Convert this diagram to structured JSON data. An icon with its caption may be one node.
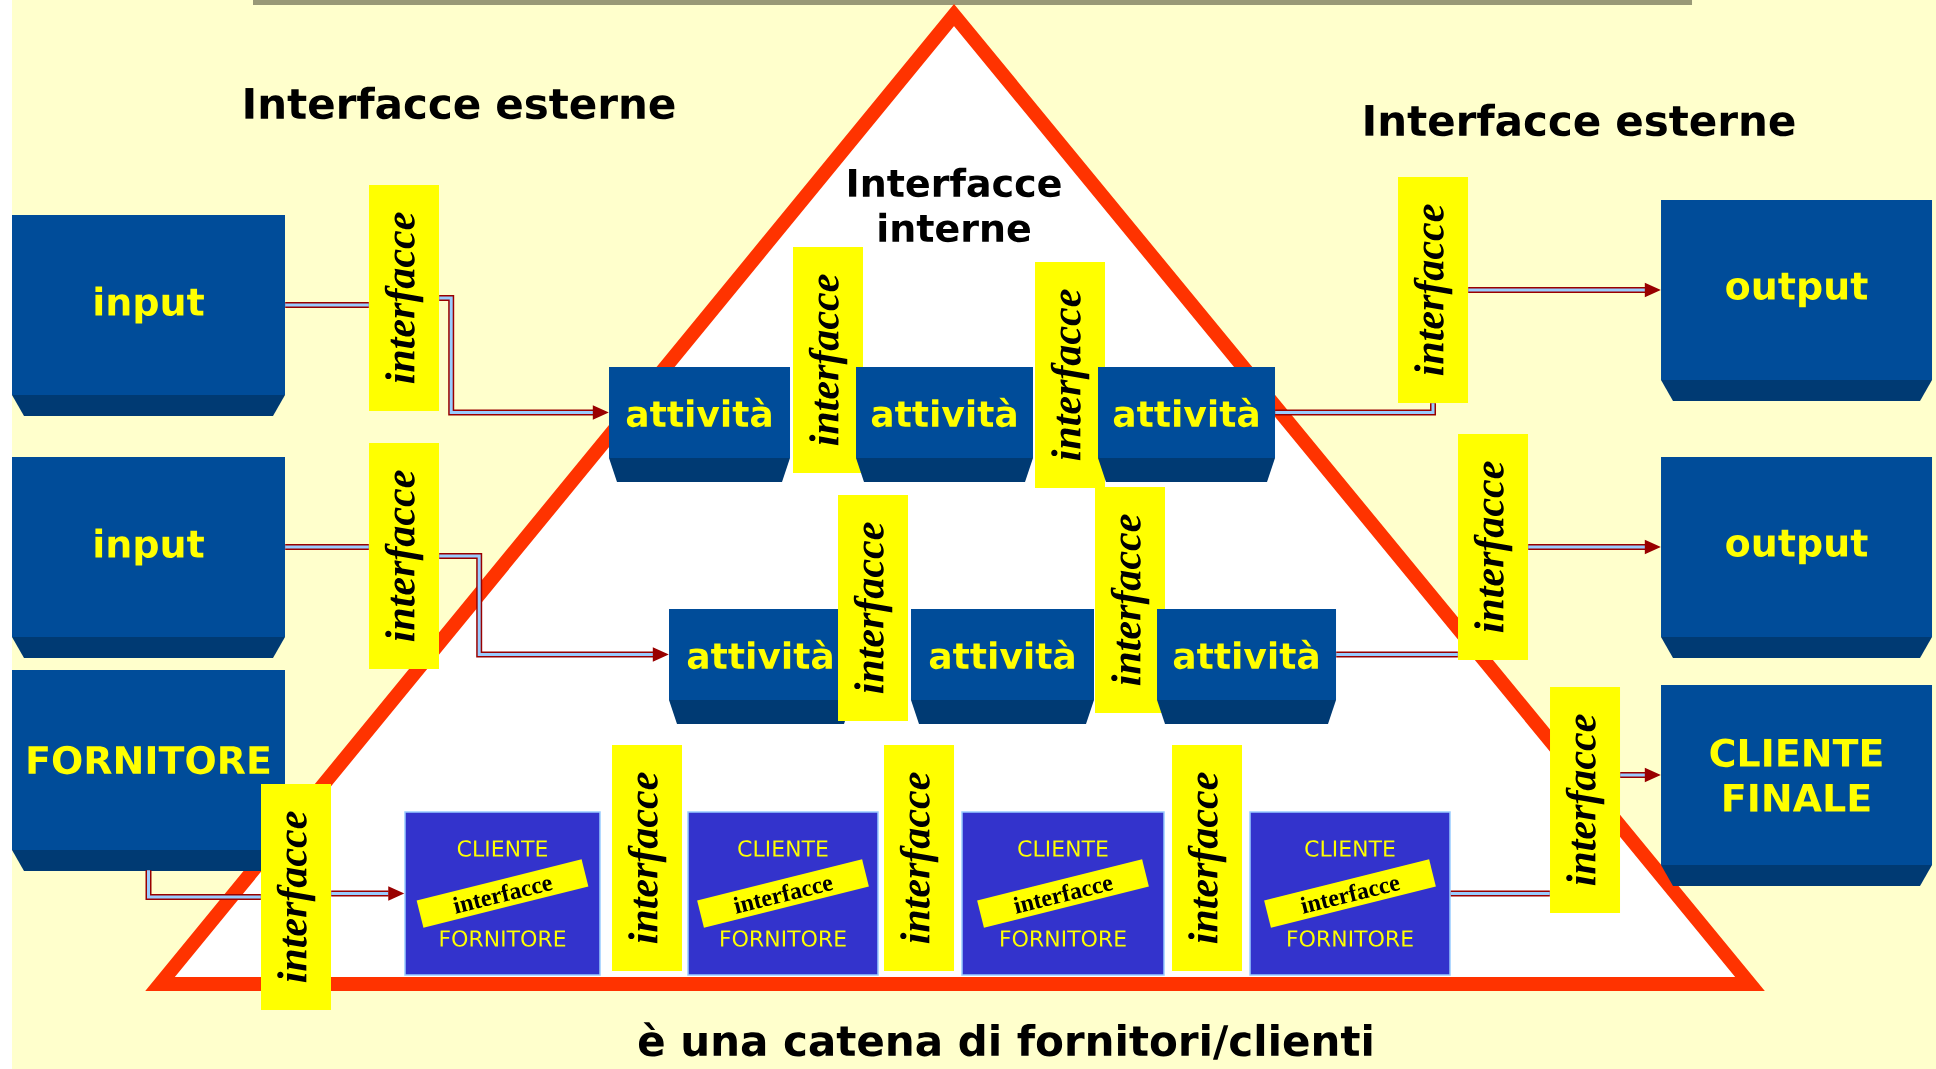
{
  "diagram": {
    "caption": "è una catena di fornitori/clienti",
    "nodes": [
      {
        "text": [
          "input"
        ]
      },
      {
        "text": [
          "interfacce"
        ]
      },
      {
        "text": [
          "attività"
        ]
      },
      {
        "text": [
          "interfacce"
        ]
      },
      {
        "text": [
          "attività"
        ]
      },
      {
        "text": [
          "interfacce"
        ]
      },
      {
        "text": [
          "attività"
        ]
      },
      {
        "text": [
          "interfacce"
        ]
      },
      {
        "text": [
          "output"
        ]
      },
      {
        "text": [
          "input"
        ]
      },
      {
        "text": [
          "interfacce"
        ]
      },
      {
        "text": [
          "attività"
        ]
      },
      {
        "text": [
          "interfacce"
        ]
      },
      {
        "text": [
          "attività"
        ]
      },
      {
        "text": [
          "interfacce"
        ]
      },
      {
        "text": [
          "attività"
        ]
      },
      {
        "text": [
          "interfacce"
        ]
      },
      {
        "text": [
          "output"
        ]
      },
      {
        "text": [
          "FORNITORE"
        ]
      },
      {
        "text": [
          "interfacce"
        ]
      },
      {
        "text": [
          "CLIENTE",
          "FORNITORE"
        ]
      },
      {
        "text": [
          "interfacce"
        ],
        "in": 20
      },
      {
        "text": [
          "interfacce"
        ]
      },
      {
        "text": [
          "CLIENTE",
          "FORNITORE"
        ]
      },
      {
        "text": [
          "interfacce"
        ],
        "in": 23
      },
      {
        "text": [
          "interfacce"
        ]
      },
      {
        "text": [
          "CLIENTE",
          "FORNITORE"
        ]
      },
      {
        "text": [
          "interfacce"
        ],
        "in": 26
      },
      {
        "text": [
          "interfacce"
        ]
      },
      {
        "text": [
          "CLIENTE",
          "FORNITORE"
        ]
      },
      {
        "text": [
          "interfacce"
        ],
        "in": 29
      },
      {
        "text": [
          "interfacce"
        ]
      },
      {
        "text": [
          "CLIENTE FINALE"
        ]
      }
    ],
    "edges": [
      {
        "from": 0,
        "to": 1,
        "arrow": "none"
      },
      {
        "from": 1,
        "to": 2,
        "arrow": "to"
      },
      {
        "from": 9,
        "to": 10,
        "arrow": "none"
      },
      {
        "from": 10,
        "to": 11,
        "arrow": "to"
      },
      {
        "from": 6,
        "to": 7,
        "arrow": "none"
      },
      {
        "from": 7,
        "to": 8,
        "arrow": "to"
      },
      {
        "from": 15,
        "to": 16,
        "arrow": "none"
      },
      {
        "from": 16,
        "to": 17,
        "arrow": "to"
      },
      {
        "from": 18,
        "to": 19,
        "arrow": "none"
      },
      {
        "from": 19,
        "to": 20,
        "arrow": "to"
      },
      {
        "from": 29,
        "to": 31,
        "arrow": "none"
      },
      {
        "from": 31,
        "to": 32,
        "arrow": "to"
      }
    ],
    "labels": [
      "Interfacce esterne",
      "Interfacce interne",
      "Interfacce esterne"
    ]
  }
}
